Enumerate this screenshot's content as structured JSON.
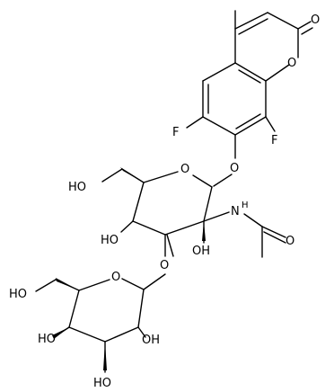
{
  "molecule": {
    "atom_labels": {
      "o_lactone_carbonyl": "O",
      "o_lactone_ring": "O",
      "f_left": "F",
      "f_right": "F",
      "o_glycosidic_aryl": "O",
      "o_ring_galnac": "O",
      "nh_amide": "N",
      "o_amide_carbonyl": "O",
      "oh_primary_galnac": "HO",
      "oh_c4_galnac": "HO",
      "oh_anomeric_carbon": "OH",
      "o_interglycosidic": "O",
      "o_ring_gal": "O",
      "oh_primary_gal": "HO",
      "oh_gal_left": "HO",
      "oh_gal_right": "OH",
      "oh_gal_bottom": "HO"
    },
    "h_superscript": "H"
  }
}
